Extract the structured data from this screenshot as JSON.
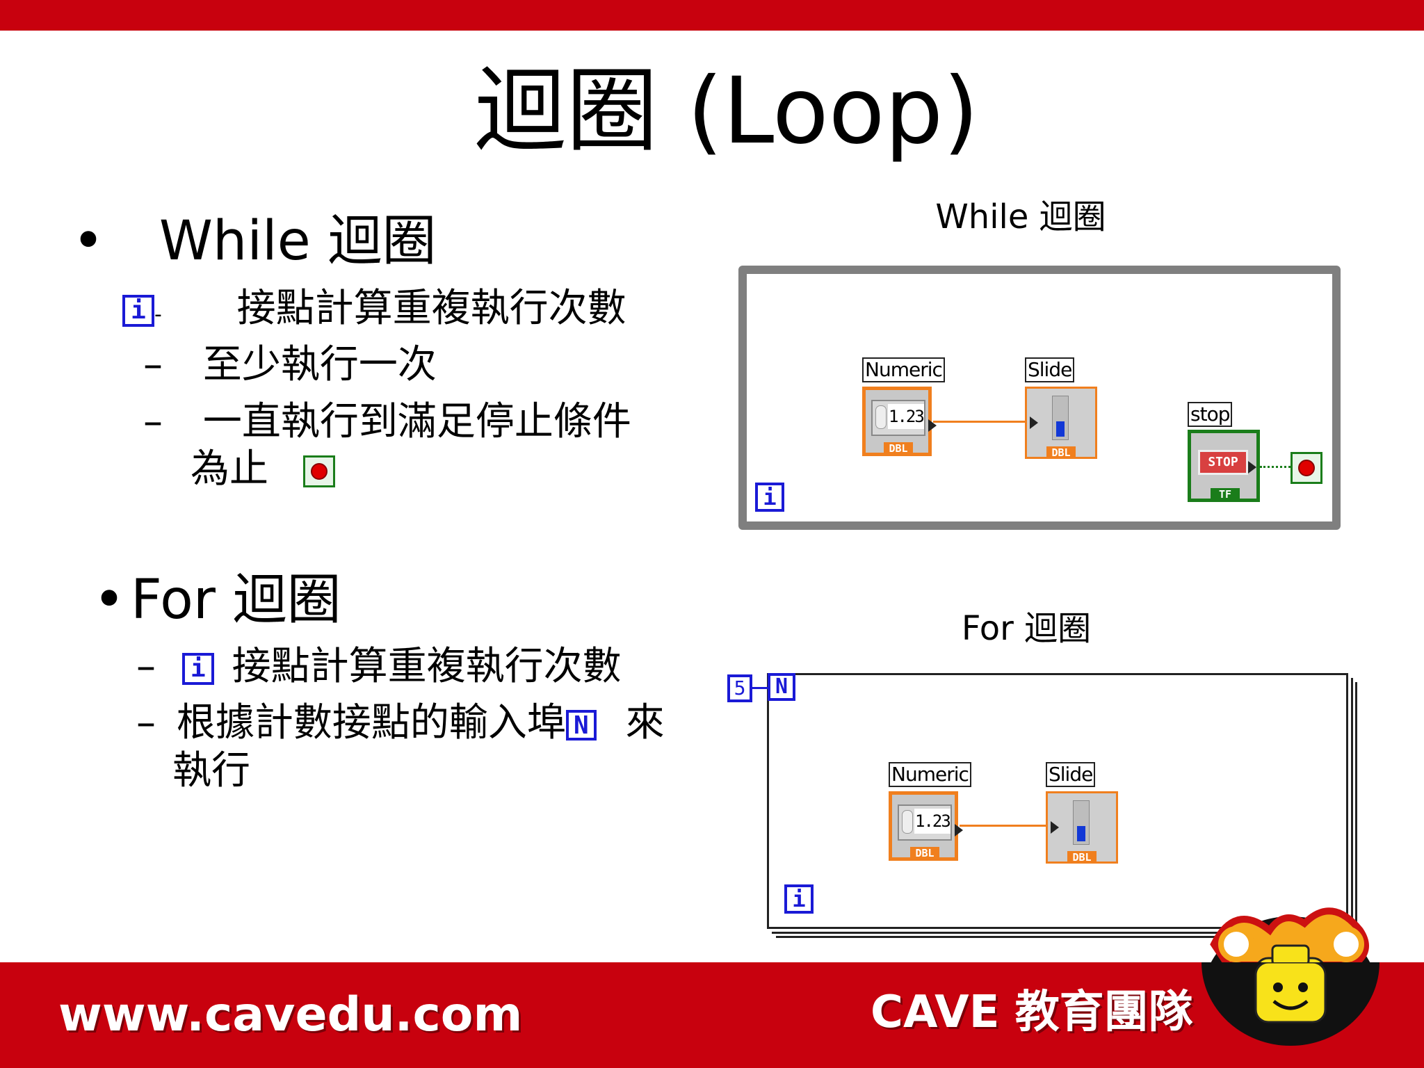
{
  "slide": {
    "title": "迴圈 (Loop)"
  },
  "left": {
    "while_heading": "While 迴圈",
    "while_items": {
      "item1_term": "i",
      "item1_sep": "-",
      "item1_text": "接點計算重複執行次數",
      "item2_dash": "–",
      "item2_text": "至少執行一次",
      "item3_dash": "–",
      "item3_line1": "一直執行到滿足停止條件",
      "item3_line2": "為止"
    },
    "for_heading": "For 迴圈",
    "for_items": {
      "item1_dash": "–",
      "item1_term": "i",
      "item1_text": "接點計算重複執行次數",
      "item2_dash": "–",
      "item2_text": "根據計數接點的輸入埠",
      "item2_term": "N",
      "item2_after": "來",
      "item2_line2": "執行"
    }
  },
  "while_diagram": {
    "title": "While 迴圈",
    "numeric_label": "Numeric",
    "numeric_value": "1.23",
    "dbl_tag": "DBL",
    "slide_label": "Slide",
    "stop_label": "stop",
    "stop_button_text": "STOP",
    "tf_tag": "TF",
    "iteration_term": "i"
  },
  "for_diagram": {
    "title": "For 迴圈",
    "count_constant": "5",
    "count_term": "N",
    "numeric_label": "Numeric",
    "numeric_value": "1.23",
    "dbl_tag": "DBL",
    "slide_label": "Slide",
    "iteration_term": "i"
  },
  "footer": {
    "url": "www.cavedu.com",
    "brand": "CAVE 教育團隊"
  },
  "colors": {
    "brand_red": "#c8010e",
    "terminal_blue": "#1a1ad6",
    "wire_orange": "#f07f1e",
    "boolean_green": "#1a7d1a"
  }
}
